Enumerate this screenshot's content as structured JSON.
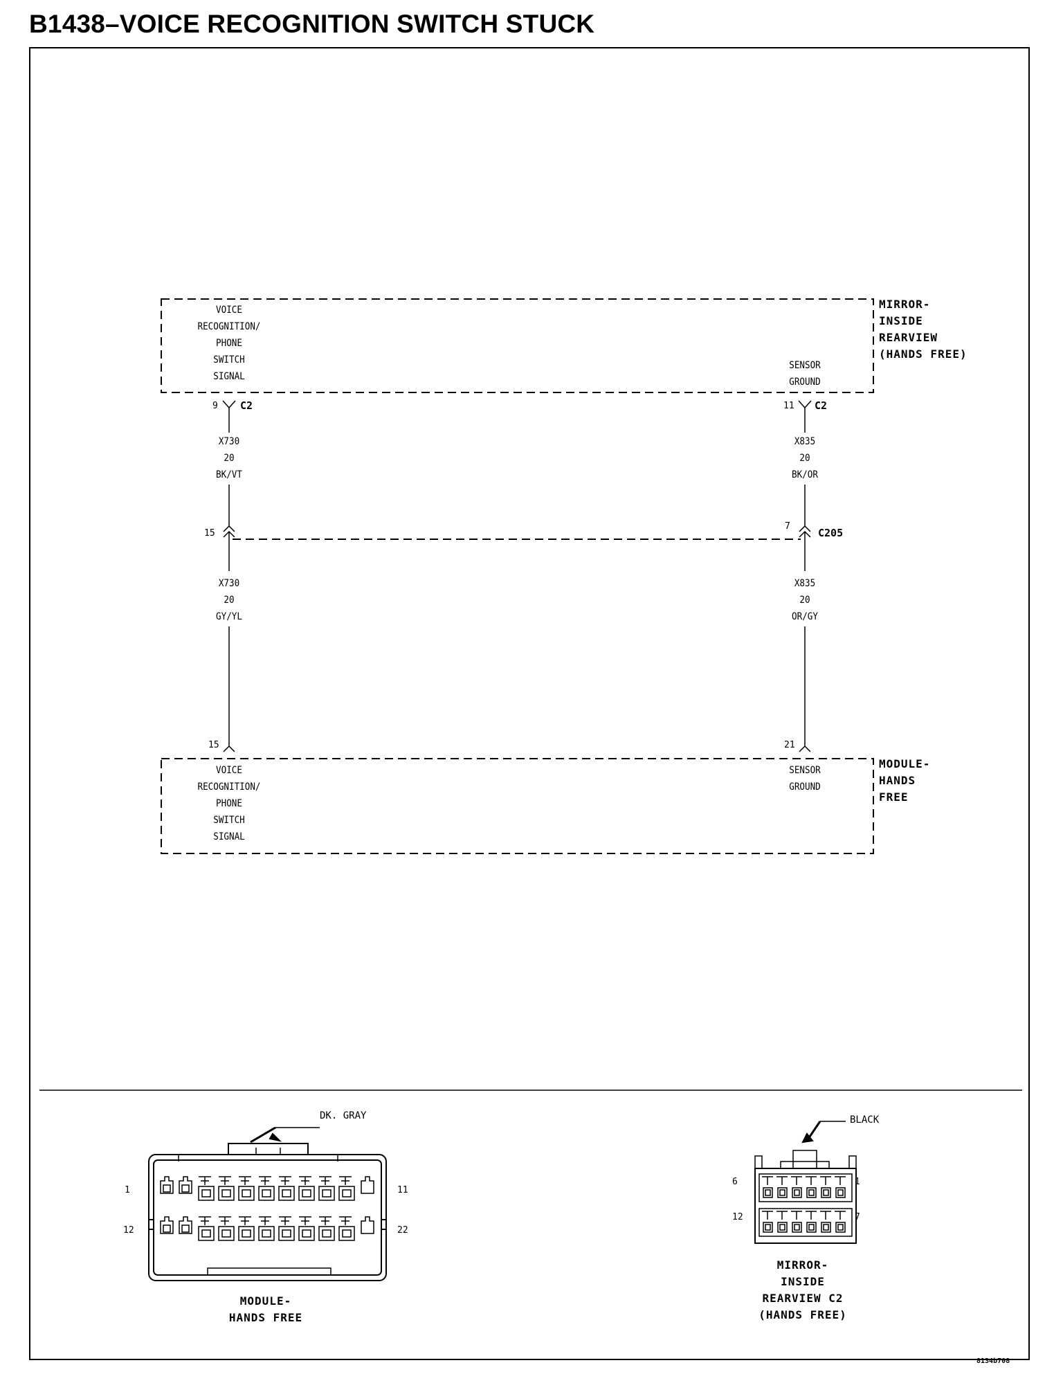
{
  "title": "B1438–VOICE RECOGNITION SWITCH STUCK",
  "mirror": {
    "name": [
      "MIRROR-",
      "INSIDE",
      "REARVIEW",
      "(HANDS FREE)"
    ],
    "left_circuit": [
      "VOICE",
      "RECOGNITION/",
      "PHONE",
      "SWITCH",
      "SIGNAL"
    ],
    "right_circuit": [
      "SENSOR",
      "GROUND"
    ],
    "left_pin": "9",
    "right_pin": "11",
    "connector": "C2"
  },
  "wires": {
    "upper_left": [
      "X730",
      "20",
      "BK/VT"
    ],
    "upper_right": [
      "X835",
      "20",
      "BK/OR"
    ],
    "lower_left": [
      "X730",
      "20",
      "GY/YL"
    ],
    "lower_right": [
      "X835",
      "20",
      "OR/GY"
    ]
  },
  "inline_connector": {
    "name": "C205",
    "left_pin": "15",
    "right_pin": "7"
  },
  "module": {
    "name": [
      "MODULE-",
      "HANDS",
      "FREE"
    ],
    "left_circuit": [
      "VOICE",
      "RECOGNITION/",
      "PHONE",
      "SWITCH",
      "SIGNAL"
    ],
    "right_circuit": [
      "SENSOR",
      "GROUND"
    ],
    "left_pin": "15",
    "right_pin": "21"
  },
  "connector_views": {
    "module": {
      "color": "DK. GRAY",
      "pins": {
        "top_left": "1",
        "top_right": "11",
        "bottom_left": "12",
        "bottom_right": "22"
      },
      "caption": [
        "MODULE-",
        "HANDS FREE"
      ]
    },
    "mirror": {
      "color": "BLACK",
      "pins": {
        "top_left": "6",
        "top_right": "1",
        "bottom_left": "12",
        "bottom_right": "7"
      },
      "caption": [
        "MIRROR-",
        "INSIDE",
        "REARVIEW C2",
        "(HANDS FREE)"
      ]
    }
  },
  "figure_id": "8134b708"
}
